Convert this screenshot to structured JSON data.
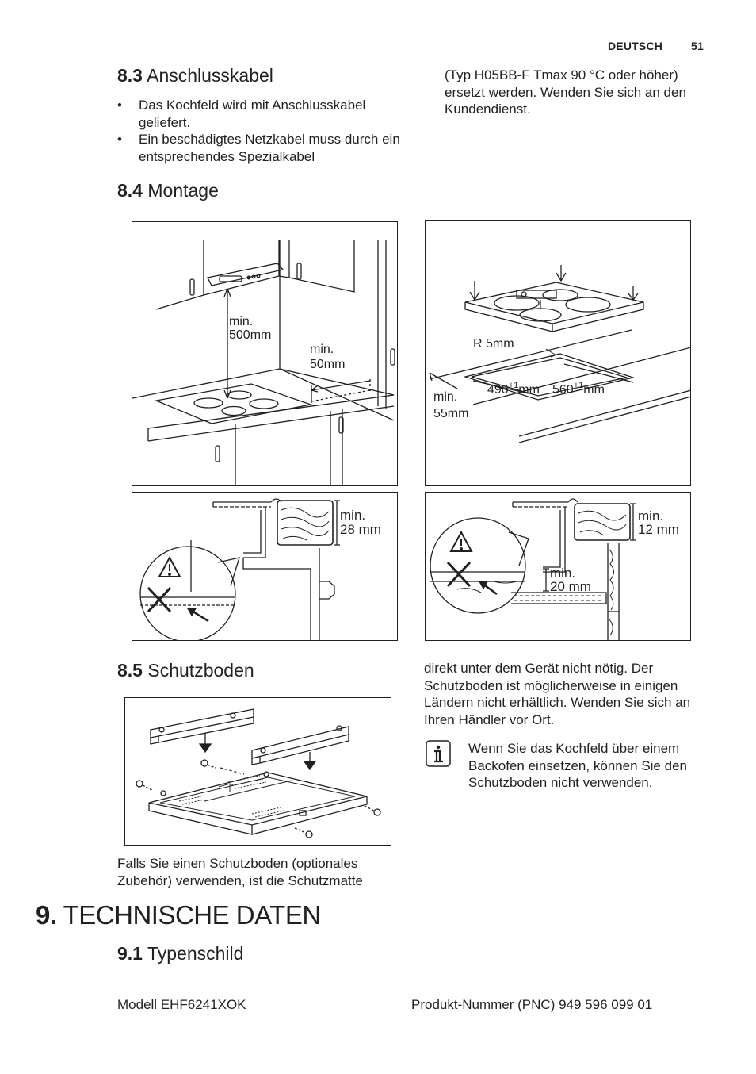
{
  "header": {
    "language": "DEUTSCH",
    "page_number": "51"
  },
  "sec_8_3": {
    "number": "8.3",
    "title": "Anschlusskabel",
    "bullets": [
      "Das Kochfeld wird mit Anschlusskabel geliefert.",
      "Ein beschädigtes Netzkabel muss durch ein entsprechendes Spezialkabel"
    ],
    "continuation": "(Typ H05BB-F Tmax 90 °C oder höher) ersetzt werden. Wenden Sie sich an den Kundendienst."
  },
  "sec_8_4": {
    "number": "8.4",
    "title": "Montage",
    "fig1": {
      "label_a1": "min.",
      "label_a2": "500mm",
      "label_b1": "min.",
      "label_b2": "50mm"
    },
    "fig2": {
      "r": "R 5mm",
      "w_base": "490",
      "sup": "+1",
      "w_unit": "mm",
      "d_base": "560",
      "d_unit": "mm",
      "min1": "min.",
      "min2": "55mm"
    },
    "fig3": {
      "l1": "min.",
      "l2": "28 mm"
    },
    "fig4": {
      "l1": "min.",
      "l2": "12 mm",
      "l3": "min.",
      "l4": "20 mm"
    }
  },
  "sec_8_5": {
    "number": "8.5",
    "title": "Schutzboden",
    "para1": "Falls Sie einen Schutzboden (optionales Zubehör) verwenden, ist die Schutzmatte",
    "para2": "direkt unter dem Gerät nicht nötig. Der Schutzboden ist möglicherweise in einigen Ländern nicht erhältlich. Wenden Sie sich an Ihren Händler vor Ort.",
    "info": "Wenn Sie das Kochfeld über einem Backofen einsetzen, können Sie den Schutzboden nicht verwenden."
  },
  "sec_9": {
    "number": "9.",
    "title": "TECHNISCHE DATEN"
  },
  "sec_9_1": {
    "number": "9.1",
    "title": "Typenschild",
    "model": "Modell EHF6241XOK",
    "pnc": "Produkt-Nummer (PNC) 949 596 099 01"
  }
}
